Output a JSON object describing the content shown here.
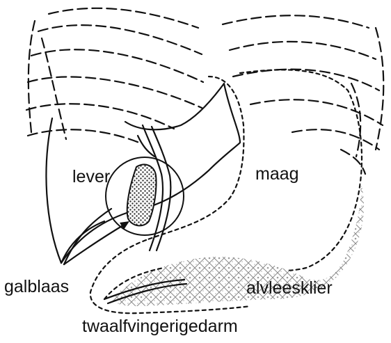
{
  "labels": {
    "lever": "lever",
    "maag": "maag",
    "galblaas": "galblaas",
    "alvleesklier": "alvleesklier",
    "twaalfvingerigedarm": "twaalfvingerigedarm"
  },
  "colors": {
    "ink": "#111111",
    "background": "#ffffff",
    "stipple": "#9a9a9a"
  }
}
